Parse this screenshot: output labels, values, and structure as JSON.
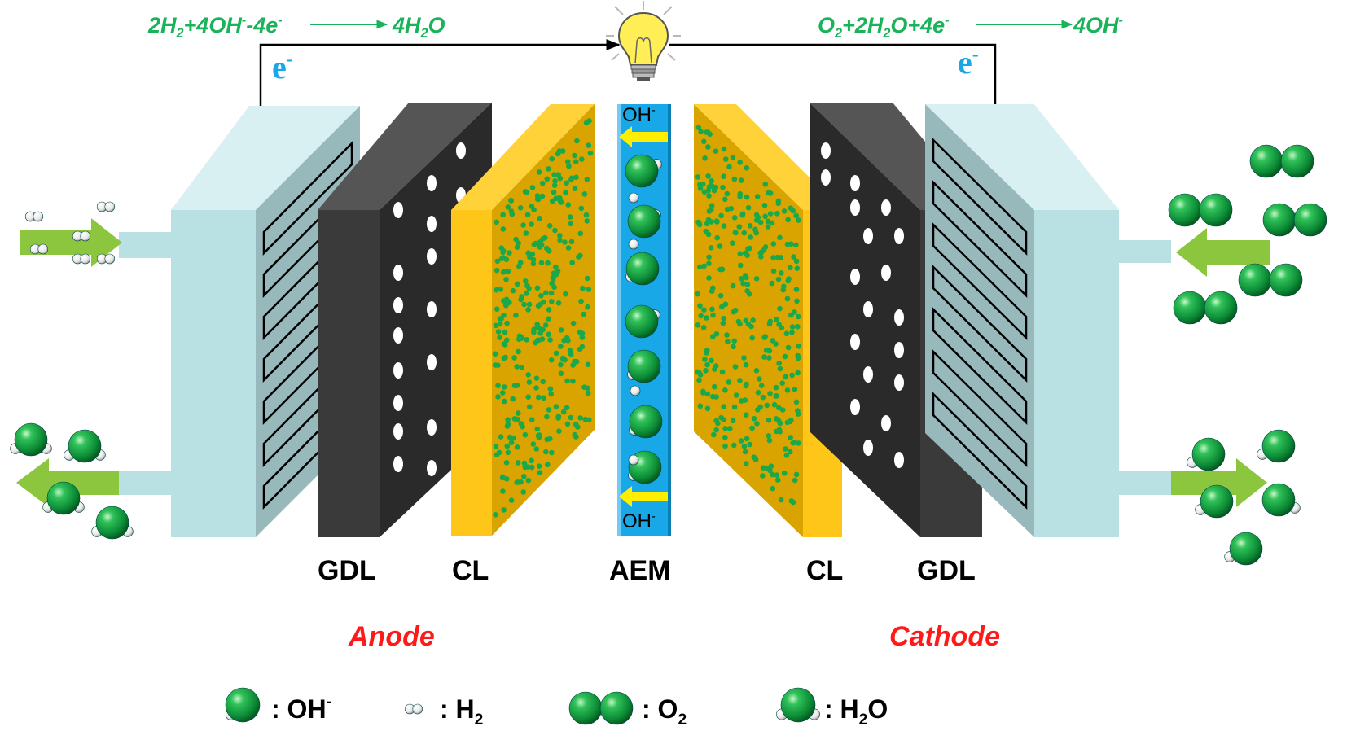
{
  "equations": {
    "anode": "2H2+4OH--4e-⟶4H2O",
    "cathode": "O2+2H2O+4e-⟶4OH-"
  },
  "electrons": {
    "left": "e-",
    "right": "e-"
  },
  "membrane_labels": {
    "top": "OH-",
    "bottom": "OH-"
  },
  "layers": [
    "GDL",
    "CL",
    "AEM",
    "CL",
    "GDL"
  ],
  "sides": {
    "anode": "Anode",
    "cathode": "Cathode"
  },
  "legend": [
    {
      "symbol": "oh-molecule-icon",
      "label": ": OH-"
    },
    {
      "symbol": "h2-molecule-icon",
      "label": ": H2"
    },
    {
      "symbol": "o2-molecule-icon",
      "label": ": O2"
    },
    {
      "symbol": "h2o-molecule-icon",
      "label": ": H2O"
    }
  ],
  "colors": {
    "equation_green": "#19b35a",
    "electron_blue": "#1aa7e6",
    "side_label_red": "#ff1a1a",
    "flow_plate": "#b9e0e3",
    "gdl": "#2f2f2f",
    "catalyst": "#d9a400",
    "membrane": "#18a8e8",
    "molecule_green": "#0f9c3c"
  },
  "icons": {
    "bulb": "lightbulb-icon",
    "arrow": "flow-arrow-icon"
  }
}
